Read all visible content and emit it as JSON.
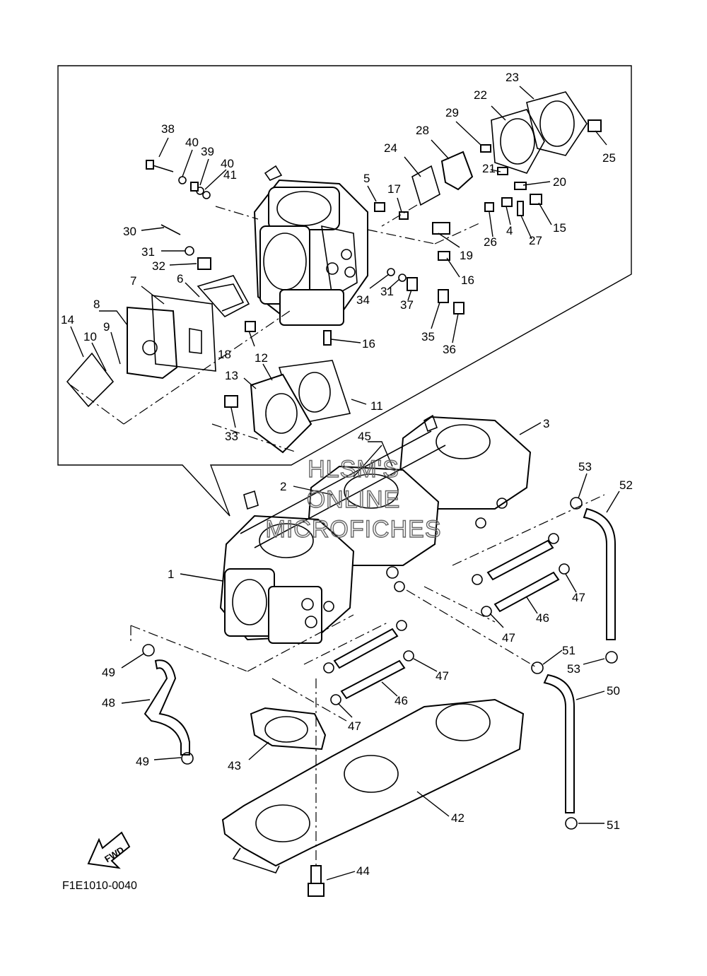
{
  "diagram_code": "F1E1010-0040",
  "fwd_label": "FWD",
  "watermark": [
    "HLSM'S",
    "ONLINE",
    "MICROFICHES"
  ],
  "callouts": [
    "1",
    "2",
    "3",
    "4",
    "5",
    "6",
    "7",
    "8",
    "9",
    "10",
    "11",
    "12",
    "13",
    "14",
    "15",
    "16",
    "17",
    "18",
    "19",
    "20",
    "21",
    "22",
    "23",
    "24",
    "25",
    "26",
    "27",
    "28",
    "29",
    "30",
    "31",
    "32",
    "33",
    "34",
    "35",
    "36",
    "37",
    "38",
    "39",
    "40",
    "41",
    "42",
    "43",
    "44",
    "45",
    "46",
    "47",
    "48",
    "49",
    "50",
    "51",
    "52",
    "53"
  ]
}
